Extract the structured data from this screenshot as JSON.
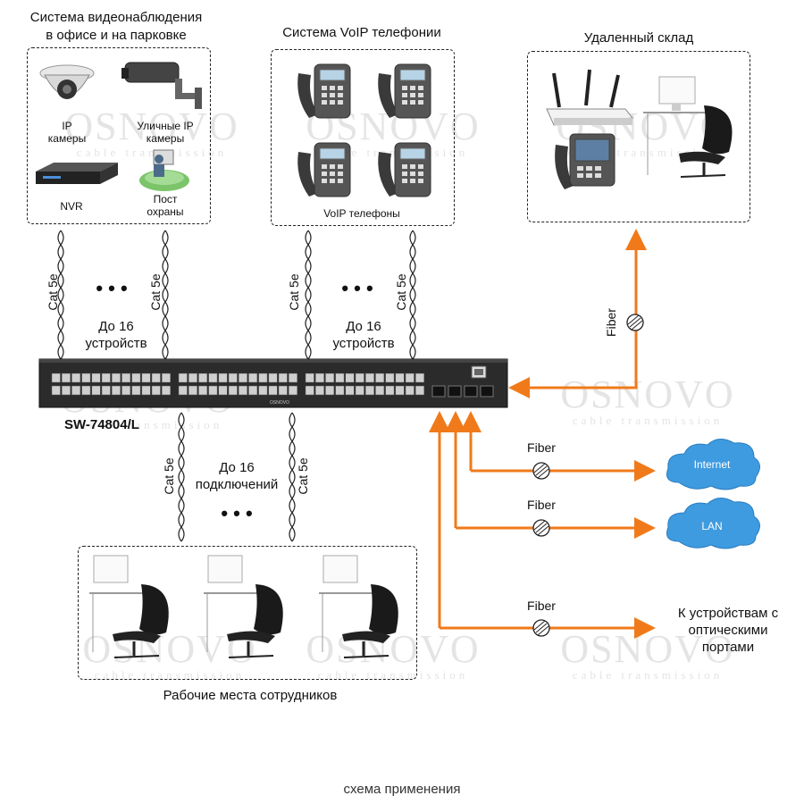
{
  "cctv": {
    "title_line1": "Система видеонаблюдения",
    "title_line2": "в офисе и на парковке",
    "ip_cameras_line1": "IP",
    "ip_cameras_line2": "камеры",
    "street_cameras_line1": "Уличные IP",
    "street_cameras_line2": "камеры",
    "nvr": "NVR",
    "guard_line1": "Пост",
    "guard_line2": "охраны"
  },
  "voip": {
    "title": "Система VoIP телефонии",
    "phones_label": "VoIP телефоны"
  },
  "warehouse": {
    "title": "Удаленный склад"
  },
  "links": {
    "cat5e": "Cat 5e",
    "fiber": "Fiber",
    "dots": "• • •",
    "up_to_16_line1": "До 16",
    "up_to_16_devices_line2": "устройств",
    "up_to_16_connections_line2": "подключений"
  },
  "switch": {
    "model": "SW-74804/L",
    "brand": "OSNOVO"
  },
  "clouds": {
    "internet": "Internet",
    "lan": "LAN"
  },
  "optical_devices": {
    "line1": "К устройствам с",
    "line2": "оптическими",
    "line3": "портами"
  },
  "workplaces": {
    "caption": "Рабочие места сотрудников"
  },
  "watermark": {
    "brand": "OSNOVO",
    "tagline": "cable transmission"
  },
  "footer": {
    "caption": "схема применения"
  },
  "colors": {
    "fiber_orange": "#f07a1a",
    "cloud_blue": "#3f9be0",
    "switch_body": "#2a2a2a"
  }
}
